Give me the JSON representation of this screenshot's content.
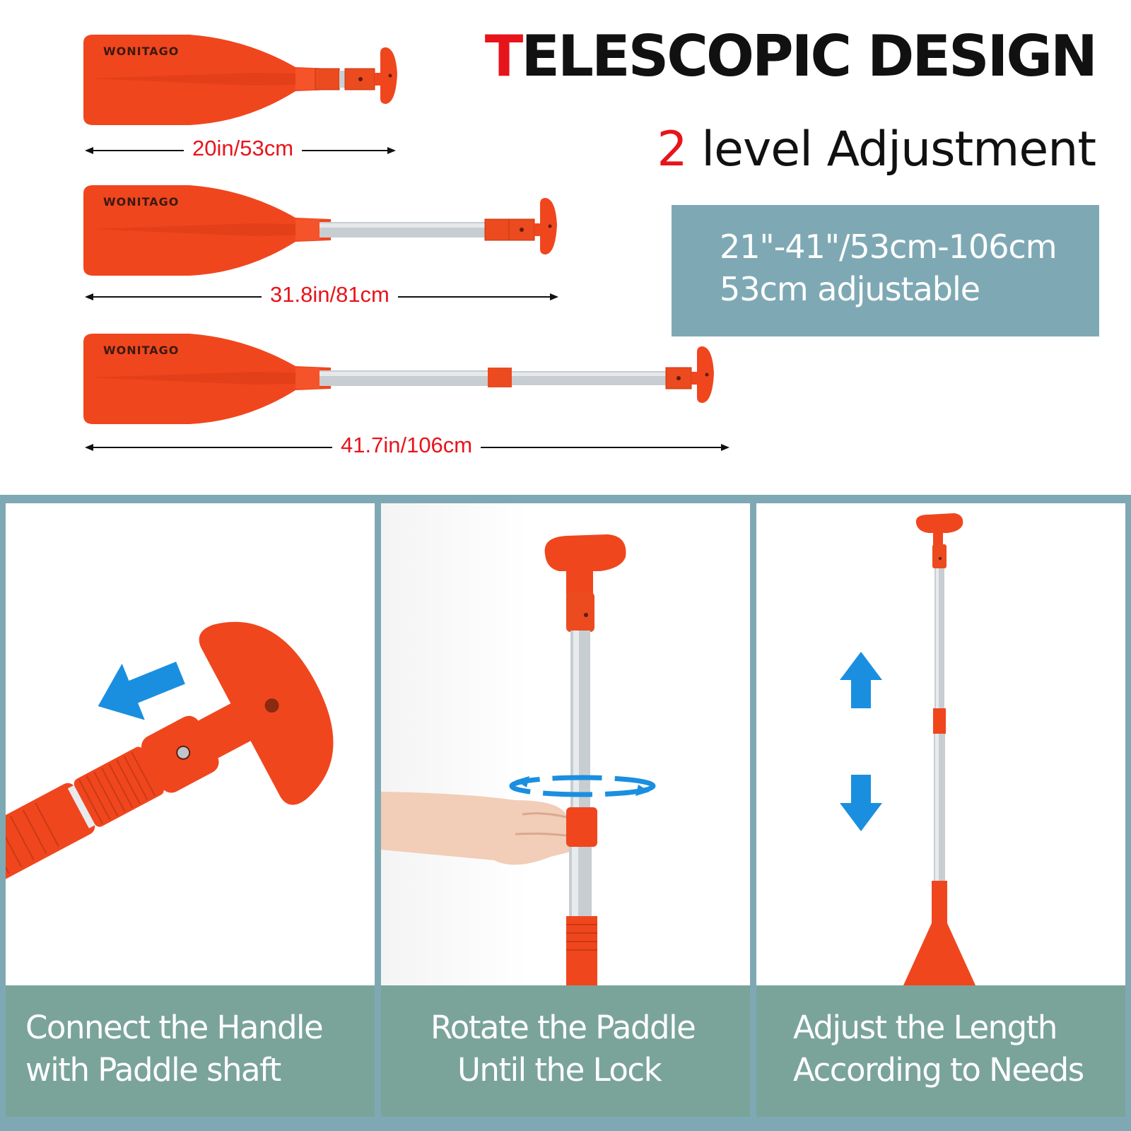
{
  "header": {
    "title_first_letter": "T",
    "title_rest": "ELESCOPIC DESIGN",
    "subtitle_number": "2",
    "subtitle_rest": " level Adjustment",
    "spec_line1": "21\"-41\"/53cm-106cm",
    "spec_line2": "53cm adjustable"
  },
  "paddles": [
    {
      "brand": "WONITAGO",
      "length": "20in/53cm"
    },
    {
      "brand": "WONITAGO",
      "length": "31.8in/81cm"
    },
    {
      "brand": "WONITAGO",
      "length": "41.7in/106cm"
    }
  ],
  "steps": [
    {
      "line1": "Connect the Handle",
      "line2": "with Paddle shaft"
    },
    {
      "line1": "Rotate the Paddle",
      "line2": "Until the Lock"
    },
    {
      "line1": "Adjust the Length",
      "line2": "According to Needs"
    }
  ],
  "colors": {
    "accent_red": "#e8141b",
    "paddle_orange": "#f0461e",
    "panel_blue": "#7ea9b4",
    "caption_teal": "#7aa49a",
    "arrow_blue": "#1a8fe0"
  },
  "icons": [
    "left-arrow-icon",
    "rotate-arrows-icon",
    "up-arrow-icon",
    "down-arrow-icon"
  ]
}
